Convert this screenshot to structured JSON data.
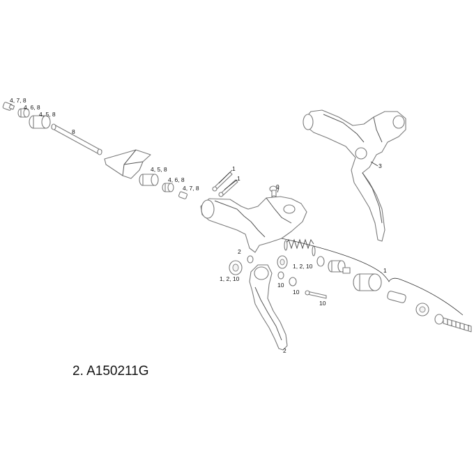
{
  "callouts": {
    "c_478_a": "4, 7, 8",
    "c_468_a": "4, 6, 8",
    "c_458_a": "4, 5, 8",
    "c_8": "8",
    "c_458_b": "4, 5, 8",
    "c_468_b": "4, 6, 8",
    "c_478_b": "4, 7, 8",
    "c_1_a": "1",
    "c_1_b": "1",
    "c_9": "9",
    "c_3": "3",
    "c_2_a": "2",
    "c_1210_a": "1, 2, 10",
    "c_1210_b": "1, 2, 10",
    "c_10_a": "10",
    "c_10_b": "10",
    "c_10_c": "10",
    "c_1_c": "1",
    "c_2_b": "2"
  },
  "caption": "2. A150211G"
}
